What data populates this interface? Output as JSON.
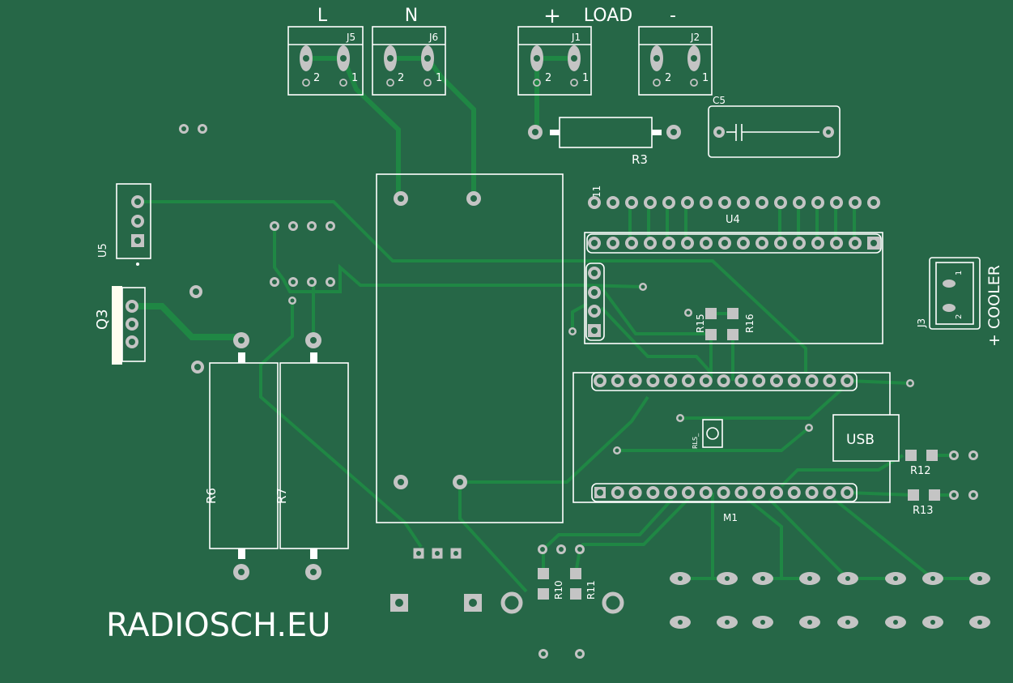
{
  "colors": {
    "board": "#266747",
    "trace": "#1f8744",
    "pad": "#c4c4c4",
    "silkscreen": "#ffffff"
  },
  "labels": {
    "L": "L",
    "N": "N",
    "plus": "+",
    "load": "LOAD",
    "minus": "-",
    "j5": "J5",
    "j6": "J6",
    "j1": "J1",
    "j2": "J2",
    "pin2": "2",
    "pin1": "1",
    "c5": "C5",
    "r3": "R3",
    "u4": "U4",
    "u4_pin": "11",
    "u5": "U5",
    "q3": "Q3",
    "r6": "R6",
    "r7": "R7",
    "r15": "R15",
    "r16": "R16",
    "j3": "J3",
    "cooler": "+ COOLER",
    "usb": "USB",
    "r12": "R12",
    "r13": "R13",
    "m1": "M1",
    "rls": "RLS_",
    "r10": "R10",
    "r11": "R11",
    "brand": "RADIOSCH.EU"
  }
}
